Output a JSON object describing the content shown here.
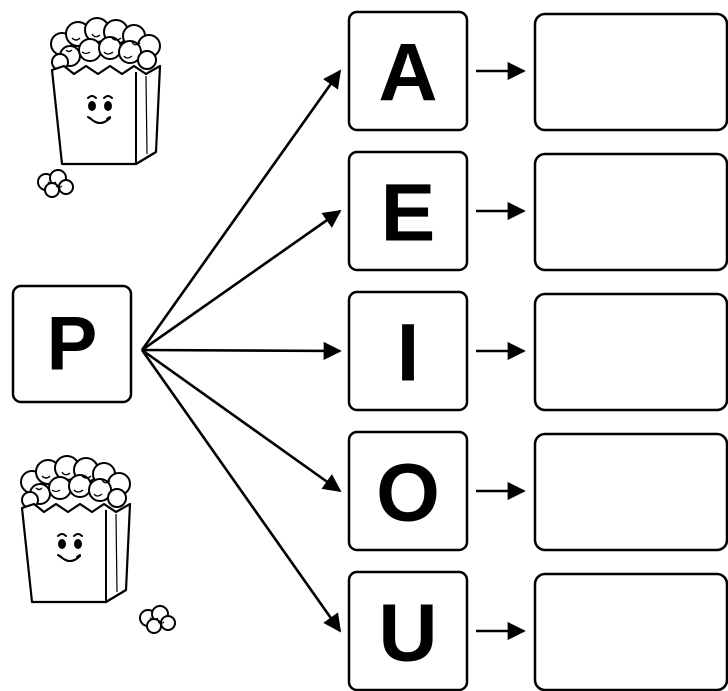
{
  "worksheet": {
    "start_letter": "P",
    "vowels": [
      "A",
      "E",
      "I",
      "O",
      "U"
    ],
    "answers": [
      "",
      "",
      "",
      "",
      ""
    ]
  },
  "illustrations": [
    {
      "name": "popcorn-bag-icon"
    },
    {
      "name": "popcorn-bag-icon"
    }
  ],
  "colors": {
    "ink": "#000000",
    "background": "#ffffff",
    "box_fill": "#ffffff"
  }
}
